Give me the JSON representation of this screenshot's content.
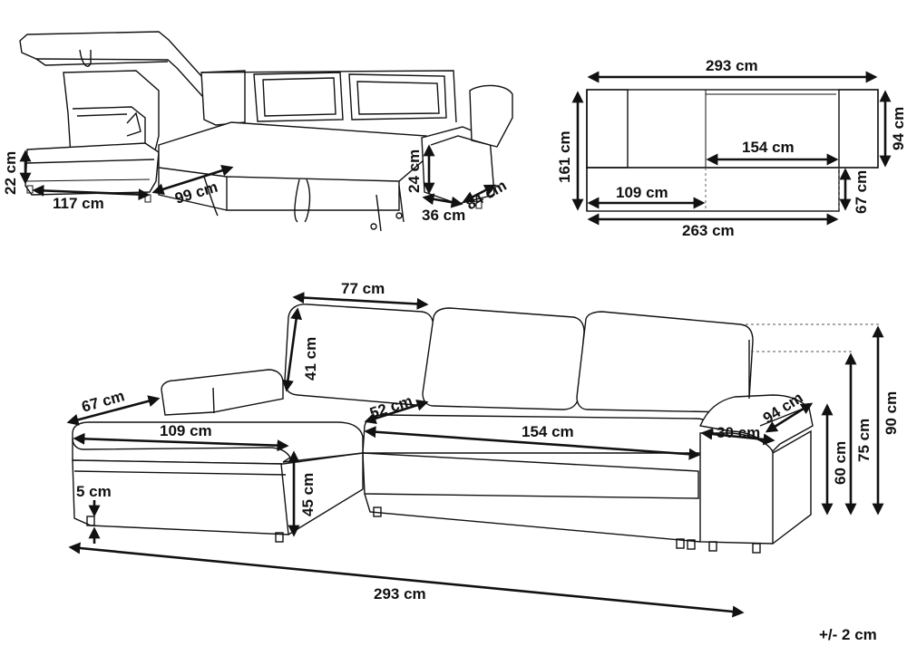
{
  "labels": {
    "top_left": {
      "d22": "22 cm",
      "d117": "117 cm",
      "d99": "99 cm",
      "d24": "24 cm",
      "d36": "36 cm",
      "d84": "84 cm"
    },
    "plan": {
      "d293": "293 cm",
      "d161": "161 cm",
      "d154": "154 cm",
      "d94": "94 cm",
      "d109": "109 cm",
      "d67": "67 cm",
      "d263": "263 cm"
    },
    "front": {
      "d77": "77 cm",
      "d41": "41 cm",
      "d67": "67 cm",
      "d109": "109 cm",
      "d52": "52 cm",
      "d154": "154 cm",
      "d94": "94 cm",
      "d30": "30 cm",
      "d45": "45 cm",
      "d5": "5 cm",
      "d60": "60 cm",
      "d75": "75 cm",
      "d90": "90 cm",
      "d293": "293 cm"
    },
    "tolerance": "+/- 2 cm"
  },
  "colors": {
    "ink": "#111111",
    "background": "#ffffff"
  }
}
